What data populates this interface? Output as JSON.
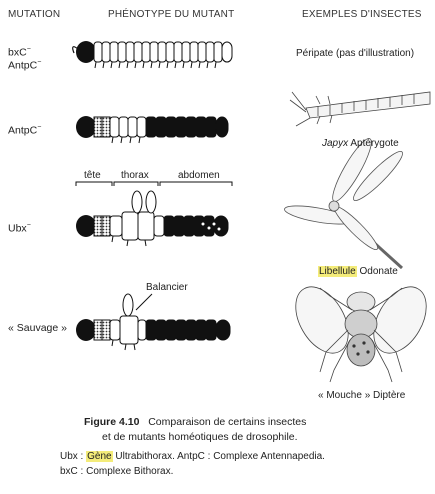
{
  "headers": {
    "mutation": "MUTATION",
    "phenotype": "PHÉNOTYPE DU MUTANT",
    "examples": "EXEMPLES D'INSECTES"
  },
  "rows": {
    "row1": {
      "mutation_line1": "bxC",
      "mutation_line2": "AntpC",
      "sup": "−",
      "insect": "Péripate (pas d'illustration)"
    },
    "row2": {
      "mutation": "AntpC",
      "sup": "−",
      "insect_genus": "Japyx",
      "insect_group": "Aptérygote"
    },
    "row3": {
      "mutation": "Ubx",
      "sup": "−",
      "insect_name": "Libellule",
      "insect_group": "Odonate"
    },
    "row4": {
      "mutation": "« Sauvage »",
      "insect_name": "« Mouche »",
      "insect_group": "Diptère"
    }
  },
  "segments": {
    "head": "tête",
    "thorax": "thorax",
    "abdomen": "abdomen"
  },
  "balancier": "Balancier",
  "caption": {
    "figure": "Figure 4.10",
    "line1": "Comparaison de certains insectes",
    "line2": "et de mutants homéotiques de drosophile.",
    "legend_ubx_prefix": "Ubx :",
    "legend_gene": "Gène",
    "legend_ubx_rest": "Ultrabithorax. AntpC : Complexe Antennapedia.",
    "legend_bxc": "bxC : Complexe Bithorax."
  },
  "colors": {
    "highlight": "#f4ec7a",
    "body_black": "#111111"
  }
}
